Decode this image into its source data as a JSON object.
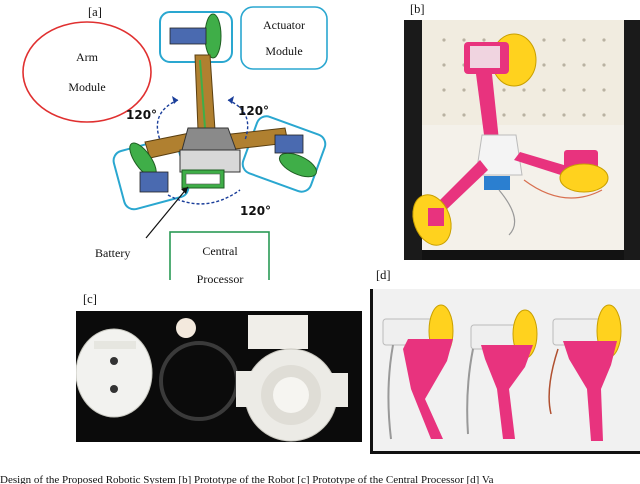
{
  "figure": {
    "panel_labels": {
      "a": "[a]",
      "b": "[b]",
      "c": "[c]",
      "d": "[d]"
    },
    "callouts": {
      "arm_module": [
        "Arm",
        "Module"
      ],
      "actuator_module": [
        "Actuator",
        "Module"
      ],
      "central_processor": [
        "Central",
        "Processor"
      ],
      "battery": "Battery"
    },
    "angles": [
      "120°",
      "120°",
      "120°"
    ],
    "caption_fragment": "Design of the Proposed Robotic System [b] Prototype of the Robot [c] Prototype of the Central Processor [d] Va"
  },
  "colors": {
    "arm_outline": "#e03030",
    "actuator_outline": "#2aa7d0",
    "processor_outline": "#2a9a55",
    "pink": "#e8337e",
    "yellow": "#ffd21e",
    "cad_green": "#3fae48",
    "cad_brown": "#b08030"
  }
}
